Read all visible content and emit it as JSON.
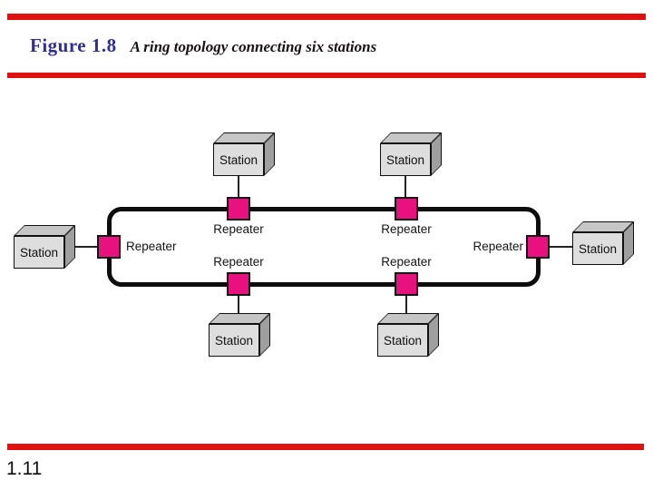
{
  "slide": {
    "figure_label": "Figure 1.8",
    "caption": "A ring topology connecting six stations",
    "page_number": "1.11"
  },
  "diagram": {
    "type": "ring-topology",
    "stations": [
      {
        "position": "top-left",
        "label": "Station"
      },
      {
        "position": "top-right",
        "label": "Station"
      },
      {
        "position": "left",
        "label": "Station"
      },
      {
        "position": "right",
        "label": "Station"
      },
      {
        "position": "bottom-left",
        "label": "Station"
      },
      {
        "position": "bottom-right",
        "label": "Station"
      }
    ],
    "repeaters": [
      {
        "position": "top-left",
        "label": "Repeater"
      },
      {
        "position": "top-right",
        "label": "Repeater"
      },
      {
        "position": "left",
        "label": "Repeater"
      },
      {
        "position": "right",
        "label": "Repeater"
      },
      {
        "position": "bottom-left",
        "label": "Repeater"
      },
      {
        "position": "bottom-right",
        "label": "Repeater"
      }
    ]
  },
  "colors": {
    "accent_red": "#e01111",
    "figure_label_blue": "#2e2e96",
    "repeater_magenta": "#e8117f",
    "ring_black": "#0d0d0d",
    "station_front_gray": "#dedede",
    "station_top_gray": "#c6c6c6",
    "station_side_gray": "#9f9f9f"
  }
}
